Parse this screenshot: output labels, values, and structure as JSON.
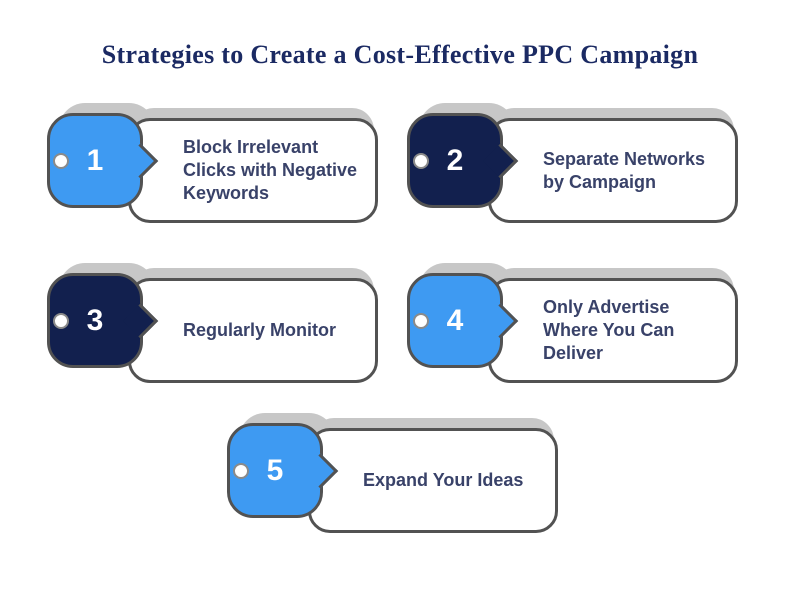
{
  "title": "Strategies to Create a Cost-Effective PPC Campaign",
  "colors": {
    "blue": "#3e9af2",
    "navy": "#12204e",
    "border": "#525252",
    "shadow": "#c7c7c7",
    "text": "#394269",
    "title": "#1b2a63"
  },
  "cards": [
    {
      "number": "1",
      "label": "Block Irrelevant Clicks with Negative Keywords",
      "color": "blue"
    },
    {
      "number": "2",
      "label": "Separate Networks by Campaign",
      "color": "navy"
    },
    {
      "number": "3",
      "label": "Regularly Monitor",
      "color": "navy"
    },
    {
      "number": "4",
      "label": "Only Advertise Where You Can Deliver",
      "color": "blue"
    },
    {
      "number": "5",
      "label": "Expand Your Ideas",
      "color": "blue"
    }
  ]
}
